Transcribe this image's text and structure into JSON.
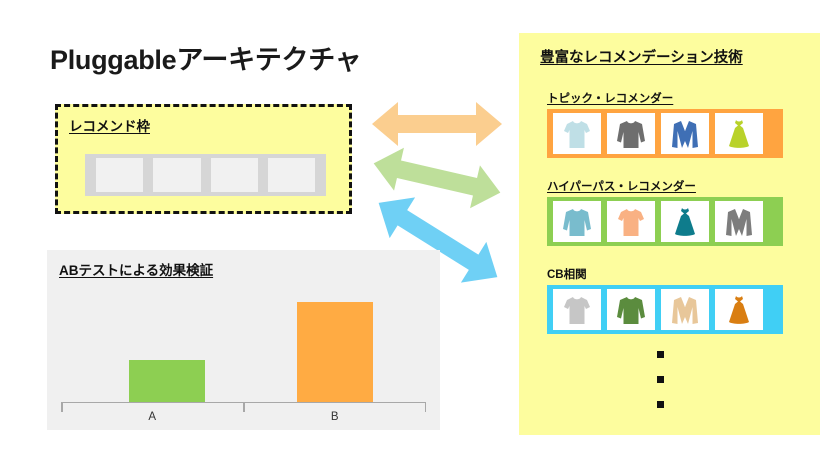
{
  "slide": {
    "title": "Pluggableアーキテクチャ",
    "background_color": "#ffffff"
  },
  "recommend_frame": {
    "title": "レコメンド枠",
    "background_color": "#fdfd9e",
    "border_style": "dashed",
    "border_color": "#111111",
    "widget": {
      "bar_color": "#d6d6d6",
      "slot_color": "#f1f1f1",
      "slots": [
        "",
        "",
        "",
        ""
      ]
    }
  },
  "arrows": [
    {
      "name": "orange-double-arrow",
      "color": "#fbce8f",
      "direction": "horizontal"
    },
    {
      "name": "green-double-arrow",
      "color": "#bedf9a",
      "direction": "down-right-slight"
    },
    {
      "name": "blue-double-arrow",
      "color": "#6fd0f5",
      "direction": "down-right-steep"
    }
  ],
  "ab_chart": {
    "title": "ABテストによる効果検証",
    "panel_color": "#f0f0f0"
  },
  "chart_data": {
    "type": "bar",
    "title": "ABテストによる効果検証",
    "categories": [
      "A",
      "B"
    ],
    "values": [
      42,
      100
    ],
    "colors": [
      "#8dcf52",
      "#ffab43"
    ],
    "xlabel": "",
    "ylabel": "",
    "ylim": [
      0,
      122
    ],
    "grid": false,
    "legend": "none",
    "axis_color": "#a8a8a8"
  },
  "tech_panel": {
    "title": "豊富なレコメンデーション技術",
    "background_color": "#fdfd9e",
    "groups": [
      {
        "label": "トピック・レコメンダー",
        "strip_color": "#ffa440",
        "underline": true,
        "items": [
          {
            "icon": "tshirt-icon",
            "color": "#bfdfe6"
          },
          {
            "icon": "longsleeve-icon",
            "color": "#6e6e6e"
          },
          {
            "icon": "blazer-icon",
            "color": "#3f6fb5"
          },
          {
            "icon": "dress-icon",
            "color": "#b9d22a"
          }
        ]
      },
      {
        "label": "ハイパーパス・レコメンダー",
        "strip_color": "#8dcf52",
        "underline": true,
        "items": [
          {
            "icon": "longsleeve-icon",
            "color": "#79bccd"
          },
          {
            "icon": "tshirt-icon",
            "color": "#f9b183"
          },
          {
            "icon": "dress-icon",
            "color": "#0e7c8c"
          },
          {
            "icon": "blazer-icon",
            "color": "#7d7d7d"
          }
        ]
      },
      {
        "label": "CB相関",
        "strip_color": "#40cff5",
        "underline": false,
        "items": [
          {
            "icon": "tshirt-icon",
            "color": "#c6c6c6"
          },
          {
            "icon": "longsleeve-icon",
            "color": "#5b8c3e"
          },
          {
            "icon": "blazer-icon",
            "color": "#e8c79a"
          },
          {
            "icon": "dress-icon",
            "color": "#d97e12"
          }
        ]
      }
    ],
    "ellipsis": [
      "dot",
      "dot",
      "dot"
    ]
  }
}
